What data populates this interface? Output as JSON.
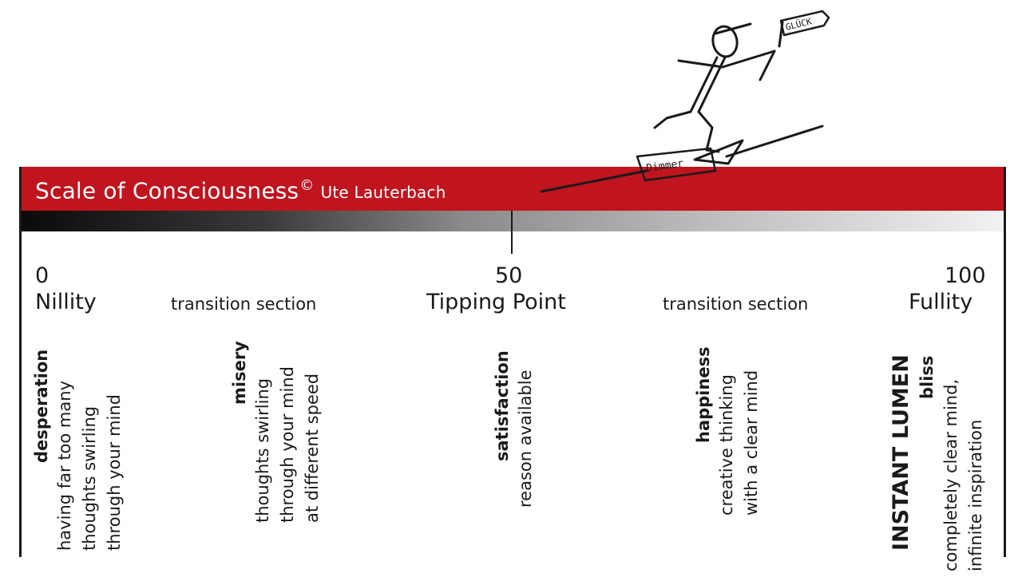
{
  "header": {
    "title": "Scale of Consciousness",
    "copyright_mark": "©",
    "author": "Ute Lauterbach"
  },
  "sketch": {
    "sign_label": "GLÜCK",
    "dimmer_label": "Dimmer"
  },
  "scale": {
    "left": {
      "number": "0",
      "name": "Nillity"
    },
    "middle": {
      "number": "50",
      "name": "Tipping Point"
    },
    "right": {
      "number": "100",
      "name": "Fullity"
    },
    "transition_left": "transition section",
    "transition_right": "transition section"
  },
  "columns": {
    "col1": {
      "state": "desperation",
      "lines": [
        "having far too many",
        "thoughts swirling",
        "through your mind"
      ]
    },
    "col2": {
      "state": "misery",
      "lines": [
        "thoughts swirling",
        "through your mind",
        "at different speed"
      ]
    },
    "col3": {
      "state": "satisfaction",
      "lines": [
        "reason available"
      ]
    },
    "col4": {
      "state": "happiness",
      "lines": [
        "creative thinking",
        "with a clear mind"
      ]
    },
    "col5": {
      "headline": "INSTANT LUMEN",
      "state": "bliss",
      "lines": [
        "completely clear mind,",
        "infinite inspiration"
      ]
    }
  },
  "colors": {
    "accent": "#c0141e",
    "text": "#1a1a1a"
  }
}
